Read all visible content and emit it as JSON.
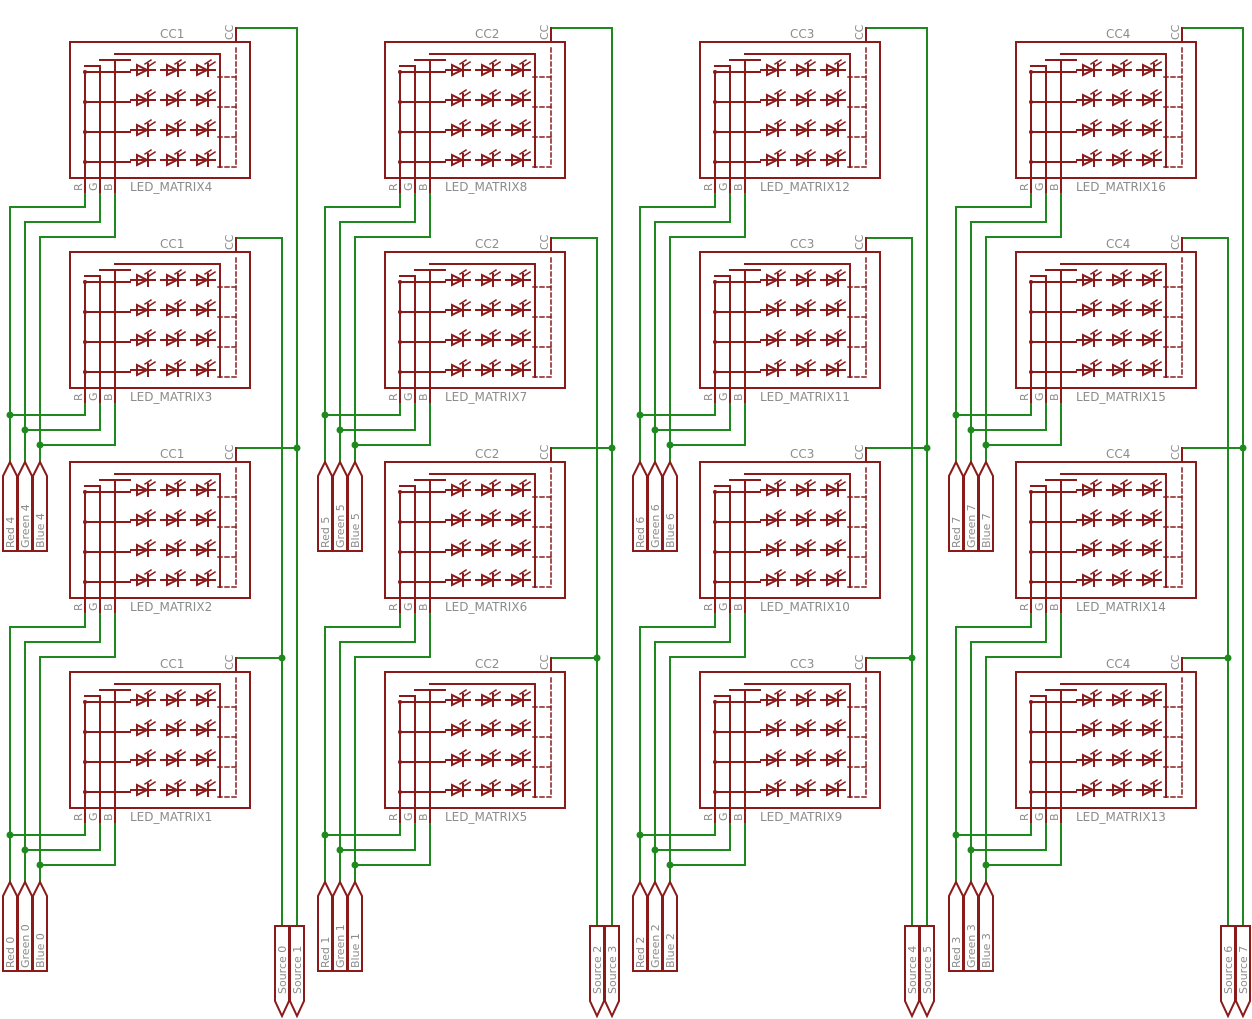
{
  "colors": {
    "part": "#8b1a1a",
    "wire": "#1e8a1e",
    "text": "#8c8c8c",
    "background": "#ffffff"
  },
  "symbol": {
    "pin_labels": [
      "R",
      "G",
      "B"
    ],
    "cc_pin_label": "CC",
    "led_rows": 4,
    "led_cols": 3
  },
  "columns": [
    {
      "cc_label": "CC1",
      "matrices": [
        "LED_MATRIX4",
        "LED_MATRIX3",
        "LED_MATRIX2",
        "LED_MATRIX1"
      ],
      "ports_upper": [
        "Red 4",
        "Green 4",
        "Blue 4"
      ],
      "ports_lower": [
        "Red 0",
        "Green 0",
        "Blue 0"
      ],
      "sources": [
        "Source 0",
        "Source 1"
      ]
    },
    {
      "cc_label": "CC2",
      "matrices": [
        "LED_MATRIX8",
        "LED_MATRIX7",
        "LED_MATRIX6",
        "LED_MATRIX5"
      ],
      "ports_upper": [
        "Red 5",
        "Green 5",
        "Blue 5"
      ],
      "ports_lower": [
        "Red 1",
        "Green 1",
        "Blue 1"
      ],
      "sources": [
        "Source 2",
        "Source 3"
      ]
    },
    {
      "cc_label": "CC3",
      "matrices": [
        "LED_MATRIX12",
        "LED_MATRIX11",
        "LED_MATRIX10",
        "LED_MATRIX9"
      ],
      "ports_upper": [
        "Red 6",
        "Green 6",
        "Blue 6"
      ],
      "ports_lower": [
        "Red 2",
        "Green 2",
        "Blue 2"
      ],
      "sources": [
        "Source 4",
        "Source 5"
      ]
    },
    {
      "cc_label": "CC4",
      "matrices": [
        "LED_MATRIX16",
        "LED_MATRIX15",
        "LED_MATRIX14",
        "LED_MATRIX13"
      ],
      "ports_upper": [
        "Red 7",
        "Green 7",
        "Blue 7"
      ],
      "ports_lower": [
        "Red 3",
        "Green 3",
        "Blue 3"
      ],
      "sources": [
        "Source 6",
        "Source 7"
      ]
    }
  ]
}
